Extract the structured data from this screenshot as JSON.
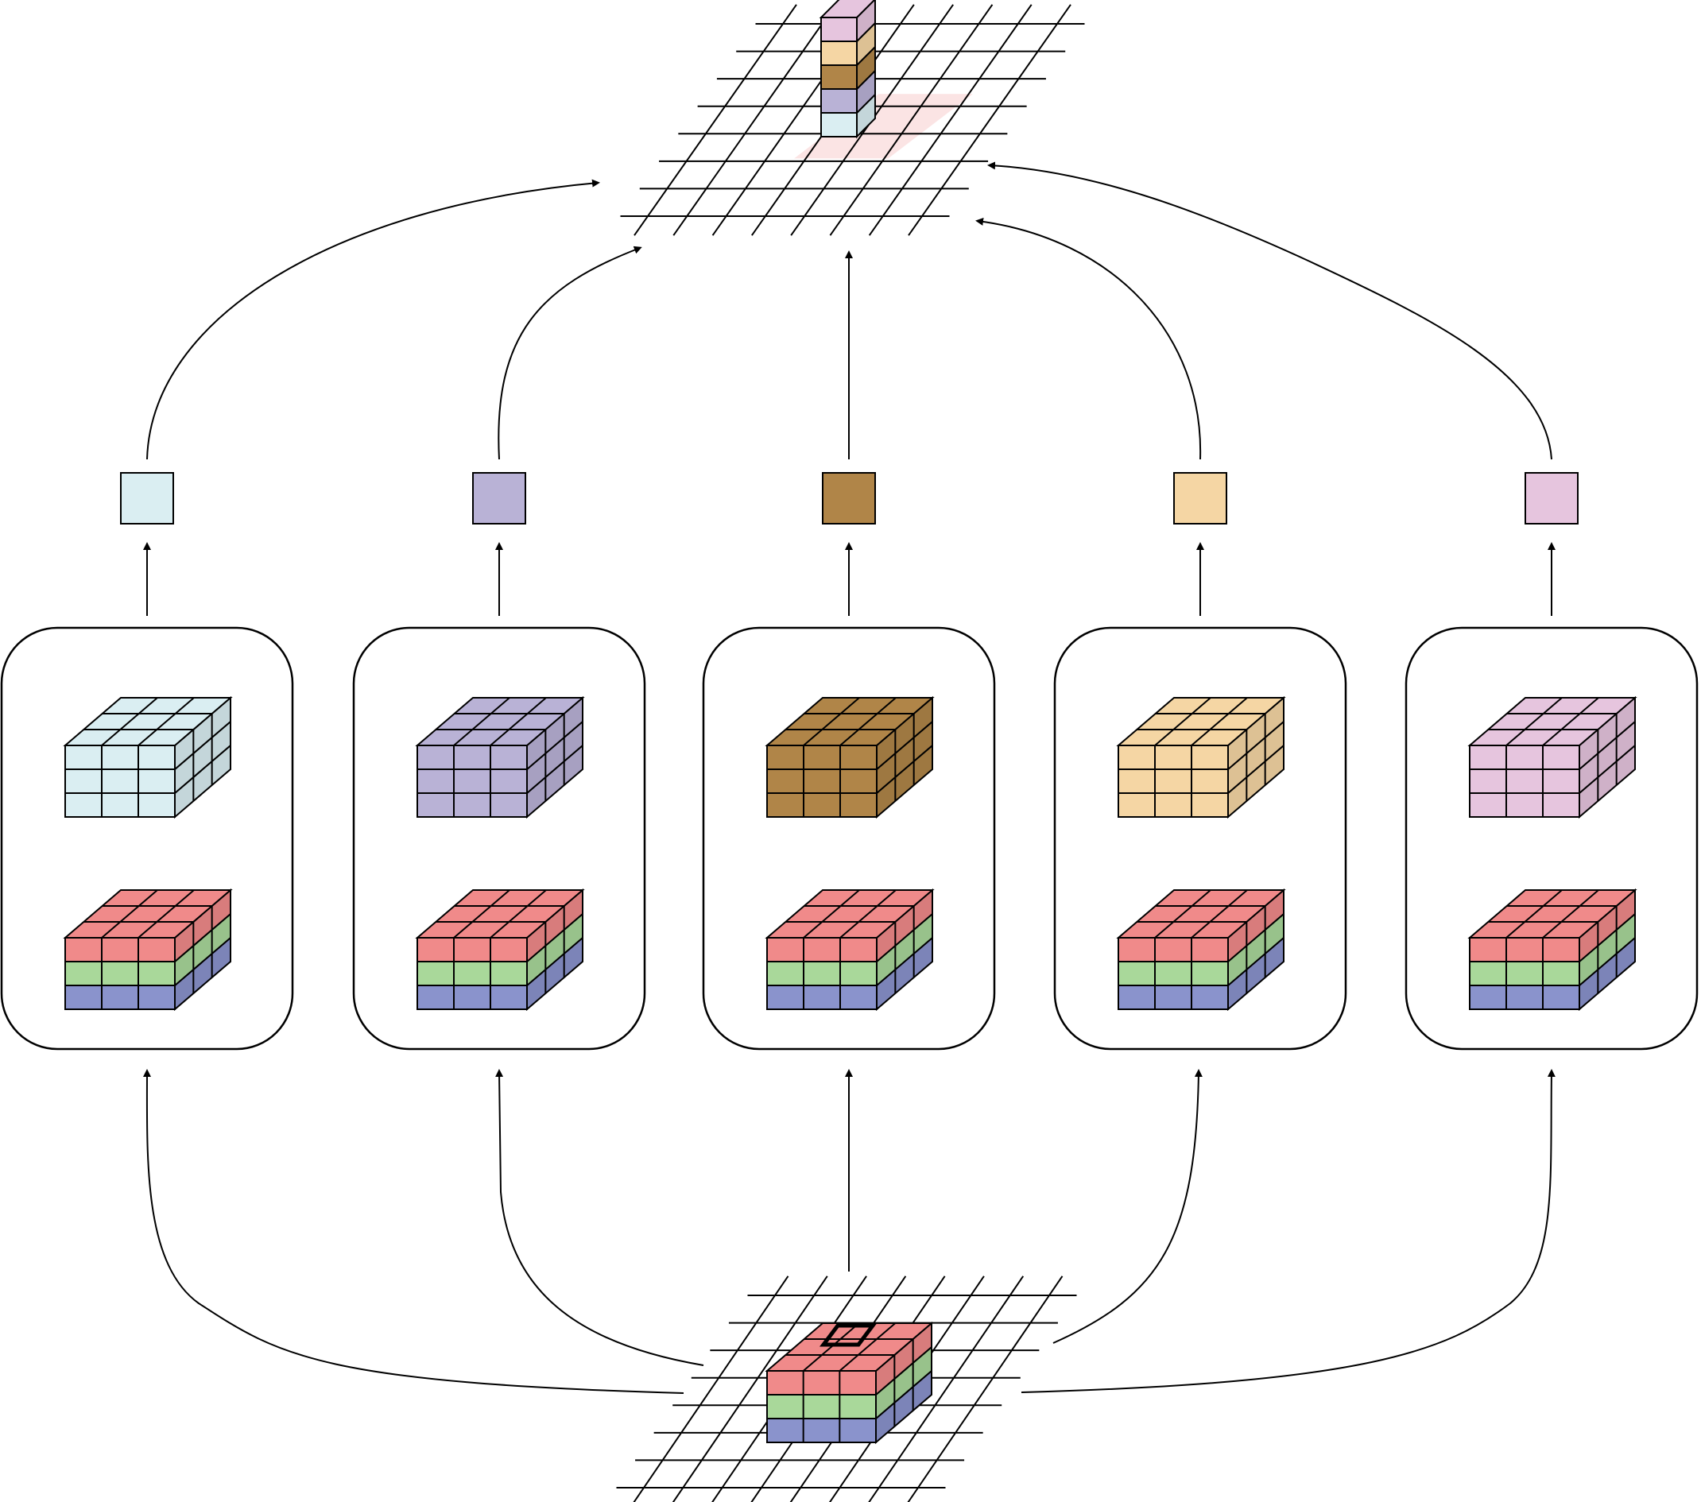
{
  "diagram": {
    "type": "convolution-filters-illustration",
    "text_labels": [],
    "input_channel_colors": [
      "#f08a8a",
      "#a9d89a",
      "#8a93cc"
    ],
    "filters": [
      {
        "name": "filter-1",
        "color": "#daeef2"
      },
      {
        "name": "filter-2",
        "color": "#b9b2d6"
      },
      {
        "name": "filter-3",
        "color": "#b08548"
      },
      {
        "name": "filter-4",
        "color": "#f5d6a4"
      },
      {
        "name": "filter-5",
        "color": "#e6c5de"
      }
    ],
    "output_highlight_color": "#fbe4e4",
    "stroke_color": "#000000"
  }
}
